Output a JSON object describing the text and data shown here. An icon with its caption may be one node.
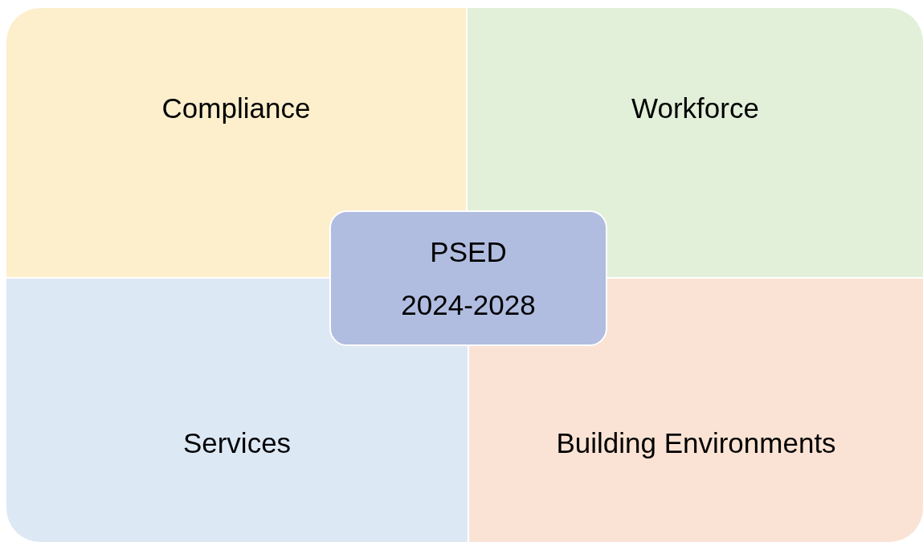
{
  "diagram": {
    "nodes": [
      {
        "text": [
          "Compliance"
        ]
      },
      {
        "text": [
          "Workforce"
        ]
      },
      {
        "text": [
          "PSED",
          "2024-2028"
        ]
      },
      {
        "text": [
          "Services"
        ]
      },
      {
        "text": [
          "Building Environments"
        ]
      }
    ]
  }
}
